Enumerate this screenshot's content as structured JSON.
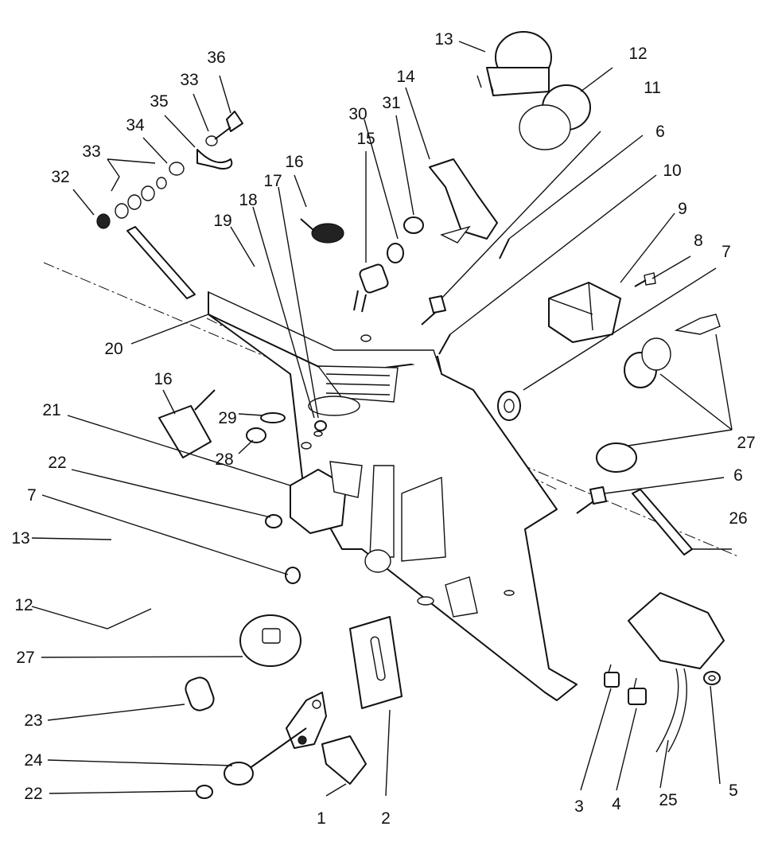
{
  "callouts": {
    "c1": "1",
    "c2": "2",
    "c3": "3",
    "c4": "4",
    "c5": "5",
    "c6a": "6",
    "c6b": "6",
    "c7a": "7",
    "c7b": "7",
    "c8": "8",
    "c9": "9",
    "c10": "10",
    "c11": "11",
    "c12a": "12",
    "c12b": "12",
    "c13a": "13",
    "c13b": "13",
    "c14": "14",
    "c15": "15",
    "c16a": "16",
    "c16b": "16",
    "c17": "17",
    "c18": "18",
    "c19": "19",
    "c20": "20",
    "c21": "21",
    "c22a": "22",
    "c22b": "22",
    "c23": "23",
    "c24": "24",
    "c25": "25",
    "c26": "26",
    "c27a": "27",
    "c27b": "27",
    "c28": "28",
    "c29": "29",
    "c30": "30",
    "c31": "31",
    "c32": "32",
    "c33a": "33",
    "c33b": "33",
    "c34": "34",
    "c35": "35",
    "c36": "36"
  }
}
